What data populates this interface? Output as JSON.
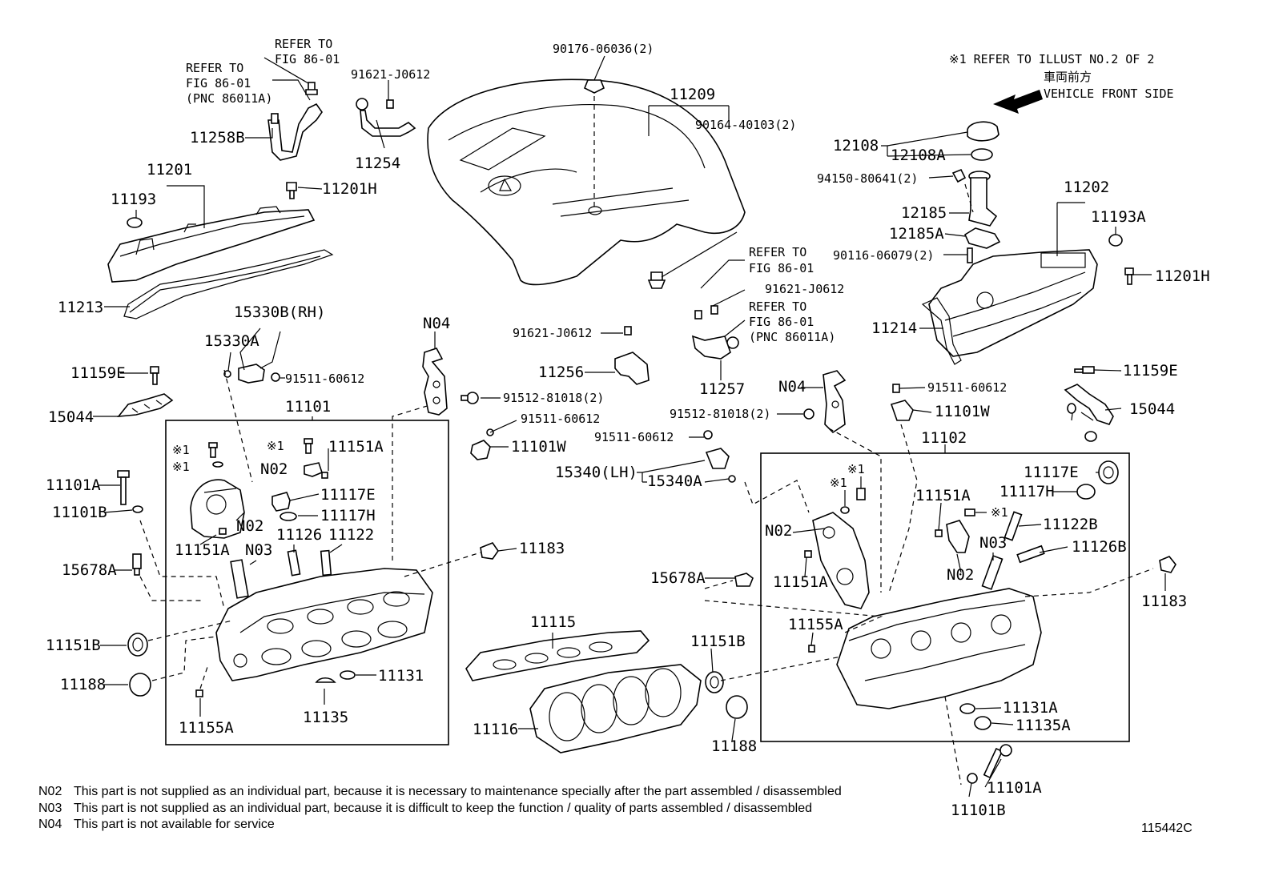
{
  "labels": {
    "refer_fig_top_1": "REFER TO",
    "refer_fig_top_2": "FIG 86-01",
    "refer_fig_left_1": "REFER TO",
    "refer_fig_left_2": "FIG 86-01",
    "refer_fig_left_3": "(PNC 86011A)",
    "p91621_top": "91621-J0612",
    "p11258B": "11258B",
    "p11254": "11254",
    "p11201": "11201",
    "p11193": "11193",
    "p11201H_left": "11201H",
    "p11213": "11213",
    "p15330B": "15330B(RH)",
    "p15330A": "15330A",
    "p91511_left": "91511-60612",
    "p11159E_left": "11159E",
    "p15044_left": "15044",
    "p11101": "11101",
    "star1_a": "※1",
    "star1_b": "※1",
    "star1_c": "※1",
    "p11151A_a": "11151A",
    "pN02_a": "N02",
    "p11117E_a": "11117E",
    "p11117H_a": "11117H",
    "p11126": "11126",
    "p11122": "11122",
    "pN02_b": "N02",
    "p11151A_b": "11151A",
    "pN03_a": "N03",
    "p11101A_left": "11101A",
    "p11101B_left": "11101B",
    "p15678A_left": "15678A",
    "p11151B_left": "11151B",
    "p11188_left": "11188",
    "p11155A_left": "11155A",
    "p11135": "11135",
    "p11131": "11131",
    "p11183_mid": "11183",
    "p90176": "90176-06036(2)",
    "p11209": "11209",
    "p90164": "90164-40103(2)",
    "pN04_left": "N04",
    "p91512_left": "91512-81018(2)",
    "p91511_mid": "91511-60612",
    "p11101W_left": "11101W",
    "p91621_mid": "91621-J0612",
    "p11256": "11256",
    "refer_fig_mid_1": "REFER TO",
    "refer_fig_mid_2": "FIG 86-01",
    "p91621_right": "91621-J0612",
    "refer_fig_mid2_1": "REFER TO",
    "refer_fig_mid2_2": "FIG 86-01",
    "refer_fig_mid2_3": "(PNC 86011A)",
    "p11257": "11257",
    "pN04_right": "N04",
    "p91512_right": "91512-81018(2)",
    "p91511_mid2": "91511-60612",
    "p15340LH": "15340(LH)",
    "p15340A": "15340A",
    "p11115": "11115",
    "p11116": "11116",
    "p11151B_mid": "11151B",
    "p11188_mid": "11188",
    "p15678A_mid": "15678A",
    "p11102": "11102",
    "pN02_c": "N02",
    "p11151A_c": "11151A",
    "p11155A_right": "11155A",
    "star1_d": "※1",
    "star1_e": "※1",
    "star1_f": "※1",
    "p11151A_d": "11151A",
    "pN03_b": "N03",
    "pN02_d": "N02",
    "p11117E_b": "11117E",
    "p11117H_b": "11117H",
    "p11122B": "11122B",
    "p11126B": "11126B",
    "p11183_right": "11183",
    "p11131A": "11131A",
    "p11135A": "11135A",
    "p11101A_right": "11101A",
    "p11101B_right": "11101B",
    "p91511_right": "91511-60612",
    "p11101W_right": "11101W",
    "p11159E_right": "11159E",
    "p15044_right": "15044",
    "illust_ref": "※1 REFER TO ILLUST NO.2 OF 2",
    "jp_front": "車両前方",
    "vehicle_front": "VEHICLE FRONT SIDE",
    "p12108": "12108",
    "p12108A": "12108A",
    "p94150": "94150-80641(2)",
    "p12185": "12185",
    "p12185A": "12185A",
    "p90116": "90116-06079(2)",
    "p11202": "11202",
    "p11193A": "11193A",
    "p11201H_right": "11201H",
    "p11214": "11214"
  },
  "notes": [
    {
      "code": "N02",
      "text": "This part is not supplied as an individual part, because it is necessary to maintenance specially after the part assembled / disassembled"
    },
    {
      "code": "N03",
      "text": "This part is not supplied as an individual part, because it is difficult to keep the function / quality of parts  assembled / disassembled"
    },
    {
      "code": "N04",
      "text": "This part is not available for service"
    }
  ],
  "figure_id": "115442C"
}
